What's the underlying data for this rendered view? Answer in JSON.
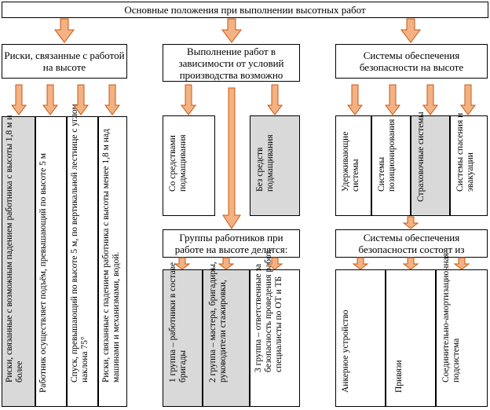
{
  "title": "Основные положения при выполнении высотных работ",
  "columns": {
    "risks": {
      "header": "Риски, связанные с работой на высоте",
      "items": [
        "Риски, связанные с возможным падением работника с высоты 1,8 м и более",
        "Работник осуществляет подъём, превышающий по высоте 5 м",
        "Спуск, превышающий по высоте 5 м, по вертикальной лестнице с углом наклона 75°",
        "Риски, связанные с падением работника с высоты менее 1,8 м над машинами и механизмами, водой."
      ]
    },
    "work": {
      "header": "Выполнение работ в зависимости от условий производства возможно",
      "items": [
        "Со средствами подмащивания",
        "Без средств подмащивания"
      ],
      "groups_header": "Группы работников при работе на высоте делятся:",
      "groups": [
        "1 группа – работники в составе бригады",
        "2 группа – мастера, бригадиры, руководители стажировки,",
        "3 группа – ответственные за безопасность проведения работ, специалисты по ОТ и ТБ"
      ]
    },
    "safety": {
      "header": "Системы обеспечения безопасности на высоте",
      "items": [
        "Удерживающие системы",
        "Системы позиционирования",
        "Страховочные системы",
        "Системы спасения и эвакуации"
      ],
      "consists_header": "Системы обеспечения безопасности состоят из",
      "consists": [
        "Анкерное устройство",
        "Привязи",
        "Соединительно-амортизационная подсистема"
      ]
    }
  },
  "colors": {
    "arrow_fill": "#f4b183",
    "arrow_stroke": "#c55a11",
    "gray_box": "#d9d9d9"
  }
}
